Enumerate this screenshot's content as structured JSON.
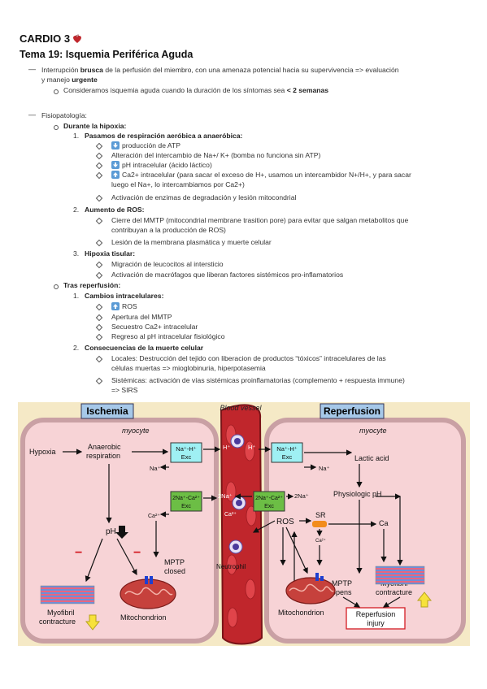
{
  "title": "CARDIO 3",
  "subtitle": "Tema 19: Isquemia Periférica Aguda",
  "intro": {
    "l1a": "Interrupción ",
    "l1b": "brusca",
    "l1c": " de la perfusión del miembro, con una amenaza potencial hacia su supervivencia => evaluación",
    "l2a": "y manejo ",
    "l2b": "urgente",
    "l3a": "Consideramos isquemia aguda cuando la duración de los síntomas sea ",
    "l3b": "< 2 semanas"
  },
  "fisio": {
    "label": "Fisiopatología:",
    "hipoxia": "Durante la hipoxia:",
    "n1": "1.",
    "n1_title": "Pasamos de respiración aeróbica a anaeróbica:",
    "n1_i1": "producción de ATP",
    "n1_i2": "Alteración del intercambio de Na+/ K+ (bomba no funciona sin ATP)",
    "n1_i3": "pH intracelular (ácido láctico)",
    "n1_i4a": "Ca2+ intracelular (para sacar el exceso de H+, usamos un intercambidor N+/H+, y para sacar",
    "n1_i4b": "luego el Na+, lo intercambiamos por Ca2+)",
    "n1_i5": "Activación de enzimas de degradación y lesión mitocondrial",
    "n2": "2.",
    "n2_title": "Aumento de ROS:",
    "n2_i1a": "Cierre del MMTP (mitocondrial membrane trasition pore) para evitar que salgan metabolitos que",
    "n2_i1b": "contribuyan a la producción de ROS)",
    "n2_i2": "Lesión de la membrana plasmática y muerte celular",
    "n3": "3.",
    "n3_title": "Hipoxia tisular:",
    "n3_i1": "Migración de leucocitos al intersticio",
    "n3_i2": "Activación de macrófagos que liberan factores sistémicos pro-inflamatorios",
    "reperf": "Tras reperfusión:",
    "r1": "1.",
    "r1_title": "Cambios intracelulares:",
    "r1_i1": "ROS",
    "r1_i2": "Apertura del MMTP",
    "r1_i3": "Secuestro Ca2+ intracelular",
    "r1_i4": "Regreso al pH intracelular fisiológico",
    "r2": "2.",
    "r2_title": "Consecuencias de la muerte celular",
    "r2_i1a": "Locales: Destrucción del tejido con liberacion de productos “tóxicos” intracelulares de las",
    "r2_i1b": "células muertas => mioglobinuria, hiperpotasemia",
    "r2_i2a": "Sistémicas: activación de vías sistémicas proinflamatorias (complemento + respuesta immune)",
    "r2_i2b": "=> SIRS"
  },
  "figure": {
    "ischemia": "Ischemia",
    "reperfusion": "Reperfusion",
    "blood_vessel": "Blood vessel",
    "myocyte": "myocyte",
    "hypoxia": "Hypoxia",
    "anaerobic": "Anaerobic",
    "respiration": "respiration",
    "na_h": "Na⁺-H⁺",
    "exc": "Exc",
    "na_ca": "2Na⁺-Ca²⁺",
    "na": "Na⁺",
    "two_na": "2Na⁺",
    "ca2": "Ca²⁺",
    "h": "H⁺",
    "ph": "pH",
    "mptp": "MPTP",
    "closed": "closed",
    "myofibril": "Myofibril",
    "contracture": "contracture",
    "mitochondrion": "Mitochondrion",
    "neutrophil": "Neutrophil",
    "lactic": "Lactic acid",
    "phys_ph": "Physiologic pH",
    "ros": "ROS",
    "sr": "SR",
    "ca": "Ca",
    "ca_small": "Ca²⁺",
    "opens": "opens",
    "reperf_injury1": "Reperfusion",
    "reperf_injury2": "injury",
    "minus": "−",
    "colors": {
      "cell": "#f7d3d6",
      "vessel": "#c0262c",
      "banner": "#a6c8e8",
      "cyan": "#9ff0f3",
      "green": "#6cbe45"
    }
  }
}
